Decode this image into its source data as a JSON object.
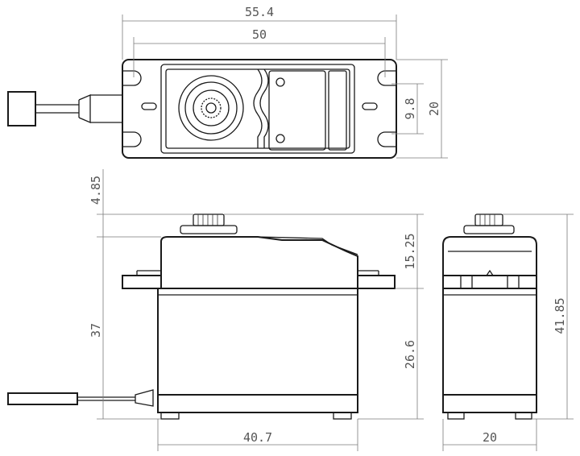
{
  "dimensions": {
    "top_total_width": "55.4",
    "top_hole_spacing": "50",
    "top_hole_gap": "9.8",
    "top_depth": "20",
    "side_gear_top": "4.85",
    "side_upper": "15.25",
    "side_body_height": "37",
    "side_lower": "26.6",
    "side_body_width": "40.7",
    "end_total_height": "41.85",
    "end_width": "20"
  }
}
